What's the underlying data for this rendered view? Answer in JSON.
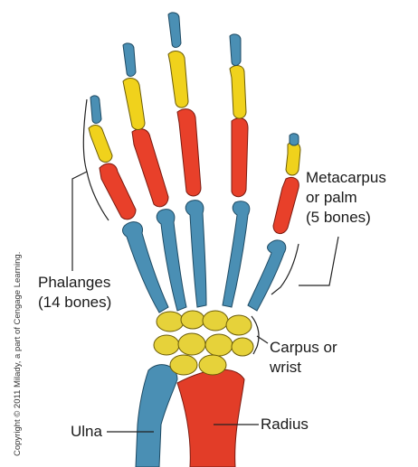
{
  "labels": {
    "metacarpus_line1": "Metacarpus",
    "metacarpus_line2": "or palm",
    "metacarpus_line3": "(5 bones)",
    "phalanges_line1": "Phalanges",
    "phalanges_line2": "(14 bones)",
    "carpus_line1": "Carpus or",
    "carpus_line2": "wrist",
    "ulna": "Ulna",
    "radius": "Radius"
  },
  "copyright": "Copyright © 2011 Milady, a part of Cengage Learning.",
  "colors": {
    "distal_phalanx": "#4a8fb4",
    "middle_phalanx": "#f0d21c",
    "proximal_phalanx": "#e8402a",
    "metacarpal": "#4a8fb4",
    "carpal": "#e6d23a",
    "ulna": "#4a8fb4",
    "radius": "#e23d28",
    "outline": "#222222"
  }
}
